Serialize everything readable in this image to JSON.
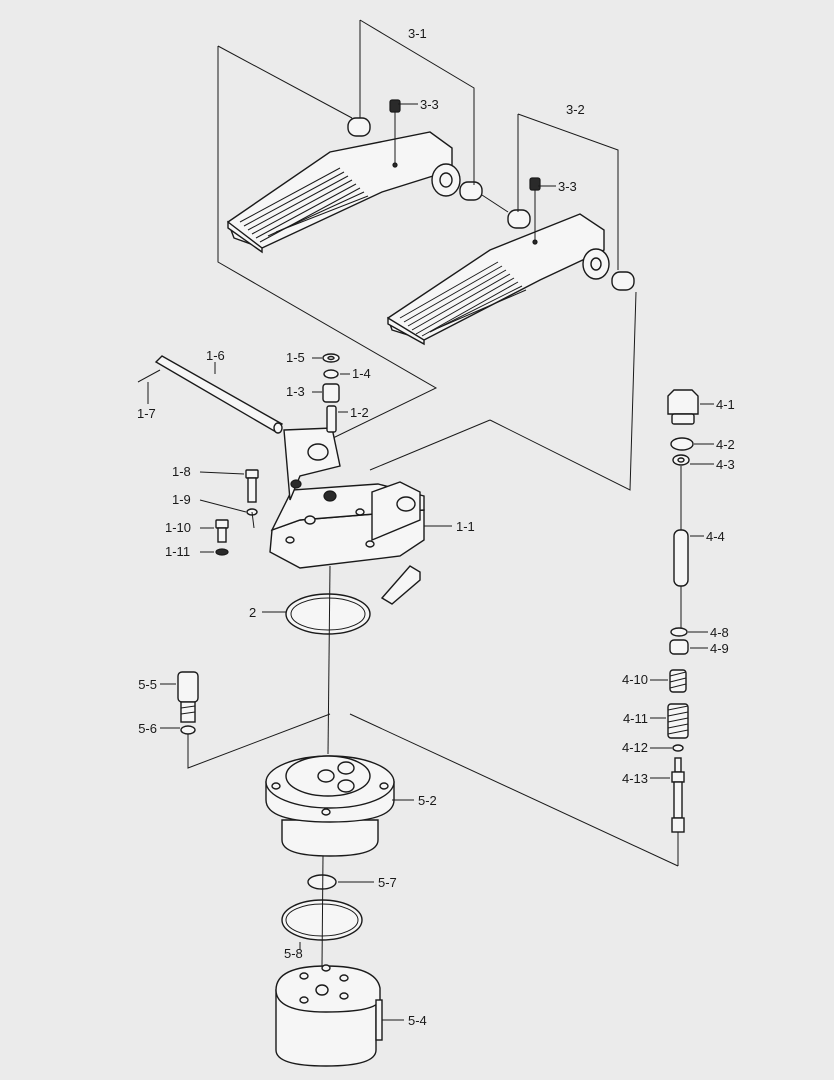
{
  "labels": {
    "l_3_1": "3-1",
    "l_3_2": "3-2",
    "l_3_3a": "3-3",
    "l_3_3b": "3-3",
    "l_1_1": "1-1",
    "l_1_2": "1-2",
    "l_1_3": "1-3",
    "l_1_4": "1-4",
    "l_1_5": "1-5",
    "l_1_6": "1-6",
    "l_1_7": "1-7",
    "l_1_8": "1-8",
    "l_1_9": "1-9",
    "l_1_10": "1-10",
    "l_1_11": "1-11",
    "l_2": "2",
    "l_4_1": "4-1",
    "l_4_2": "4-2",
    "l_4_3": "4-3",
    "l_4_4": "4-4",
    "l_4_8": "4-8",
    "l_4_9": "4-9",
    "l_4_10": "4-10",
    "l_4_11": "4-11",
    "l_4_12": "4-12",
    "l_4_13": "4-13",
    "l_5_2": "5-2",
    "l_5_4": "5-4",
    "l_5_5": "5-5",
    "l_5_6": "5-6",
    "l_5_7": "5-7",
    "l_5_8": "5-8"
  }
}
